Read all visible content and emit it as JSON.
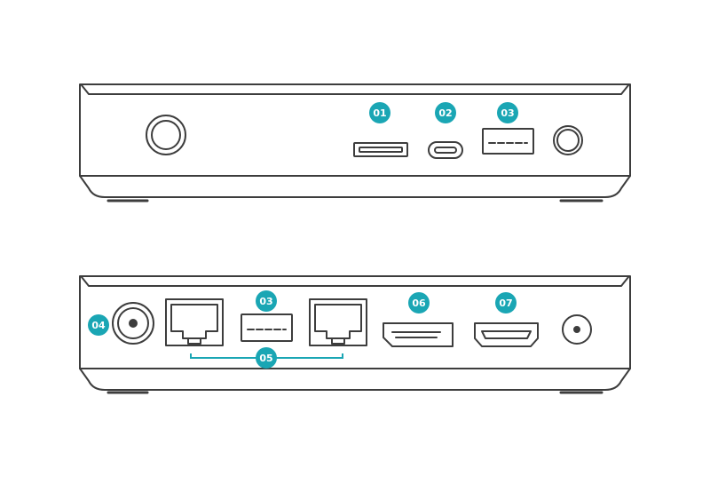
{
  "colors": {
    "outline": "#3d3d3d",
    "badge": "#1aa6b4",
    "background": "#ffffff"
  },
  "front_panel": {
    "badges": [
      {
        "label": "01",
        "port": "sd-card-slot"
      },
      {
        "label": "02",
        "port": "usb-c-port"
      },
      {
        "label": "03",
        "port": "usb-a-port"
      }
    ]
  },
  "rear_panel": {
    "badges": [
      {
        "label": "04",
        "port": "coax-antenna-port"
      },
      {
        "label": "03",
        "port": "usb-a-port"
      },
      {
        "label": "05",
        "port": "ethernet-ports"
      },
      {
        "label": "06",
        "port": "displayport"
      },
      {
        "label": "07",
        "port": "hdmi-port"
      }
    ]
  }
}
